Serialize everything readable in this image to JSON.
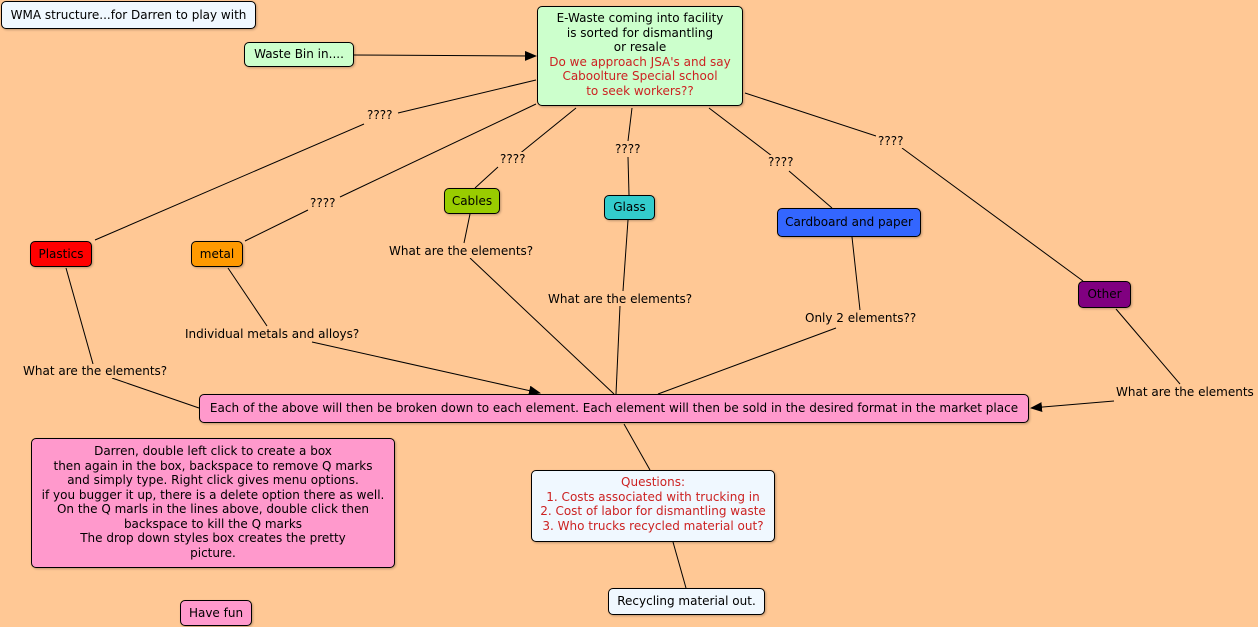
{
  "title_box": "WMA structure...for Darren to play with",
  "waste_bin": "Waste Bin in....",
  "center": {
    "lines": [
      "E-Waste coming into facility",
      "is sorted for dismantling",
      "or resale"
    ],
    "red_lines": [
      "Do we approach JSA's and say",
      "Caboolture Special school",
      "to seek workers??"
    ]
  },
  "categories": {
    "plastics": "Plastics",
    "metal": "metal",
    "cables": "Cables",
    "glass": "Glass",
    "cardboard": "Cardboard and paper",
    "other": "Other"
  },
  "link_labels": {
    "plastics": "????",
    "metal": "????",
    "cables": "????",
    "glass": "????",
    "cardboard": "????",
    "other": "????"
  },
  "element_labels": {
    "plastics": "What are the elements?",
    "metal": "Individual metals and alloys?",
    "cables": "What are the elements?",
    "glass": "What are the elements?",
    "cardboard": "Only 2 elements??",
    "other": "What are the elements"
  },
  "breakdown": "Each of the above will then be broken down to each element. Each element will then be sold in the desired format in the market place",
  "questions": {
    "heading": "Questions:",
    "items": [
      "1. Costs associated with trucking in",
      "2. Cost of labor for dismantling waste",
      "3. Who trucks recycled material out?"
    ]
  },
  "recycling": "Recycling material out.",
  "instructions": [
    "Darren, double left click to create a box",
    "then again in the box, backspace to remove Q marks",
    "and simply type. Right click gives menu options.",
    "if you bugger it up, there is a delete option there as well.",
    "On the Q marls in the lines above, double click then",
    "backspace to kill the Q marks",
    "The drop down styles box creates the pretty",
    "picture."
  ],
  "have_fun": "Have fun",
  "colors": {
    "background": "#ffc895",
    "center": "#ccffcc",
    "plastics": "#ff0000",
    "metal": "#ff9900",
    "cables": "#99cc00",
    "glass": "#33cccc",
    "cardboard": "#3366ff",
    "other": "#800080",
    "pink": "#ff99cc",
    "pale": "#f0f8ff",
    "red_text": "#cc2222"
  }
}
